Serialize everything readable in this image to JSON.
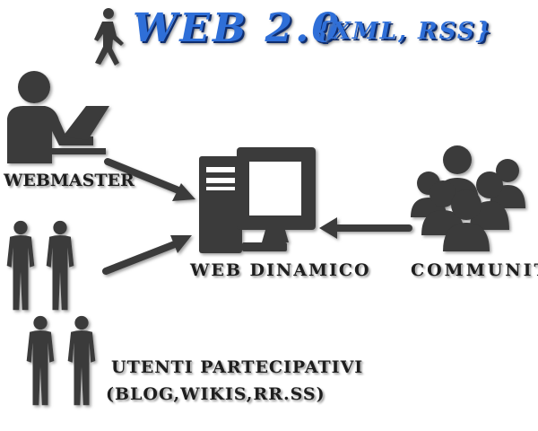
{
  "title": {
    "main": "WEB 2.0",
    "sub": "{XML, RSS}"
  },
  "labels": {
    "webmaster": "WEBMASTER",
    "web_dinamico": "WEB DINAMICO",
    "community": "COMMUNITY",
    "utenti_line1": "UTENTI PARTECIPATIVI",
    "utenti_line2": "(BLOG,WIKIS,RR.SS)"
  },
  "icons": {
    "walker": "walking-person-icon",
    "webmaster": "person-at-laptop-icon",
    "computer": "desktop-computer-icon",
    "community": "crowd-icon",
    "users": "standing-people-icon"
  },
  "colors": {
    "title": "#2f6fd8",
    "icon": "#3a3a3a",
    "text": "#1e1e1e",
    "background": "#ffffff"
  }
}
